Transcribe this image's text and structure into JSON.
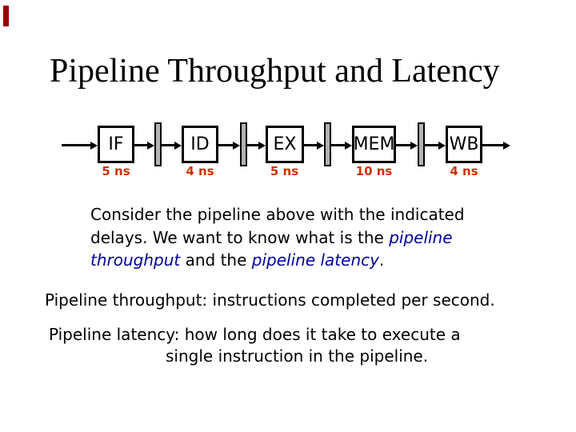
{
  "title": "Pipeline Throughput and Latency",
  "pipeline": {
    "stages": [
      {
        "label": "IF",
        "delay": "5 ns"
      },
      {
        "label": "ID",
        "delay": "4 ns"
      },
      {
        "label": "EX",
        "delay": "5 ns"
      },
      {
        "label": "MEM",
        "delay": "10 ns"
      },
      {
        "label": "WB",
        "delay": "4 ns"
      }
    ]
  },
  "paragraph": {
    "line1": "Consider the pipeline above with the indicated",
    "line2_normal": "delays. We want to know what is the ",
    "line2_em": "pipeline",
    "line3_em1": "throughput",
    "line3_normal": " and the ",
    "line3_em2": "pipeline latency",
    "line3_period": "."
  },
  "definitions": {
    "throughput": "Pipeline throughput: instructions completed per second.",
    "latency_line1": "Pipeline latency: how long does it take to execute a",
    "latency_line2": "single instruction in the pipeline."
  },
  "colors": {
    "delay_label": "#cc3300",
    "emphasis": "#000099",
    "register_fill": "#b3b3b3",
    "accent_mark": "#990000"
  }
}
